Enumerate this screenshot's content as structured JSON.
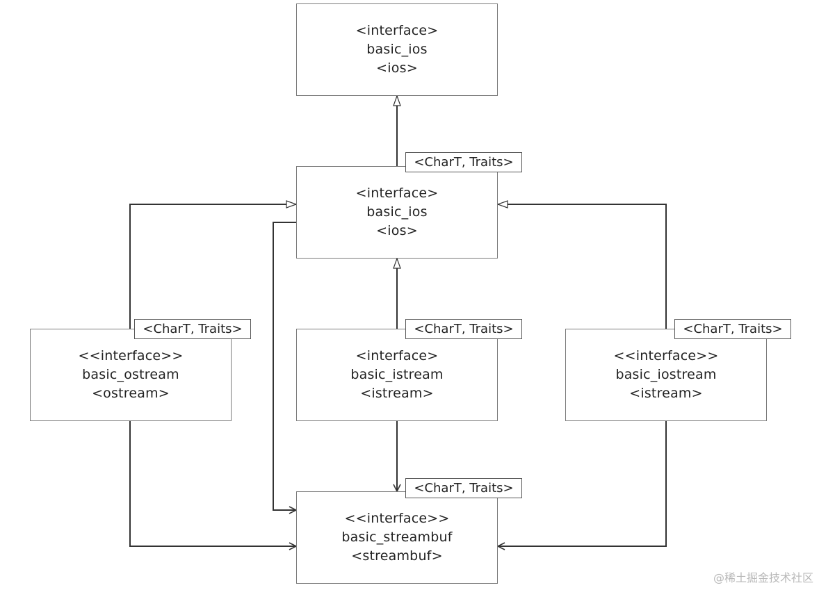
{
  "nodes": {
    "top": {
      "stereotype": "<interface>",
      "name": "basic_ios",
      "alias": "<ios>"
    },
    "mid": {
      "stereotype": "<interface>",
      "name": "basic_ios",
      "alias": "<ios>",
      "template": "<CharT, Traits>"
    },
    "ostream": {
      "stereotype": "<<interface>>",
      "name": "basic_ostream",
      "alias": "<ostream>",
      "template": "<CharT, Traits>"
    },
    "istream": {
      "stereotype": "<interface>",
      "name": "basic_istream",
      "alias": "<istream>",
      "template": "<CharT, Traits>"
    },
    "iostream": {
      "stereotype": "<<interface>>",
      "name": "basic_iostream",
      "alias": "<istream>",
      "template": "<CharT, Traits>"
    },
    "streambuf": {
      "stereotype": "<<interface>>",
      "name": "basic_streambuf",
      "alias": "<streambuf>",
      "template": "<CharT, Traits>"
    }
  },
  "edges": [
    {
      "from": "mid",
      "to": "top",
      "kind": "inheritance"
    },
    {
      "from": "istream",
      "to": "mid",
      "kind": "inheritance"
    },
    {
      "from": "ostream",
      "to": "mid",
      "kind": "inheritance"
    },
    {
      "from": "iostream",
      "to": "mid",
      "kind": "inheritance"
    },
    {
      "from": "mid",
      "to": "streambuf",
      "kind": "association"
    },
    {
      "from": "istream",
      "to": "streambuf",
      "kind": "association"
    },
    {
      "from": "ostream",
      "to": "streambuf",
      "kind": "association"
    },
    {
      "from": "iostream",
      "to": "streambuf",
      "kind": "association"
    }
  ],
  "watermark": "@稀土掘金技术社区",
  "colors": {
    "line": "#333333",
    "box_border": "#7a7a7a",
    "text": "#222222",
    "watermark": "#b8b8b8"
  }
}
